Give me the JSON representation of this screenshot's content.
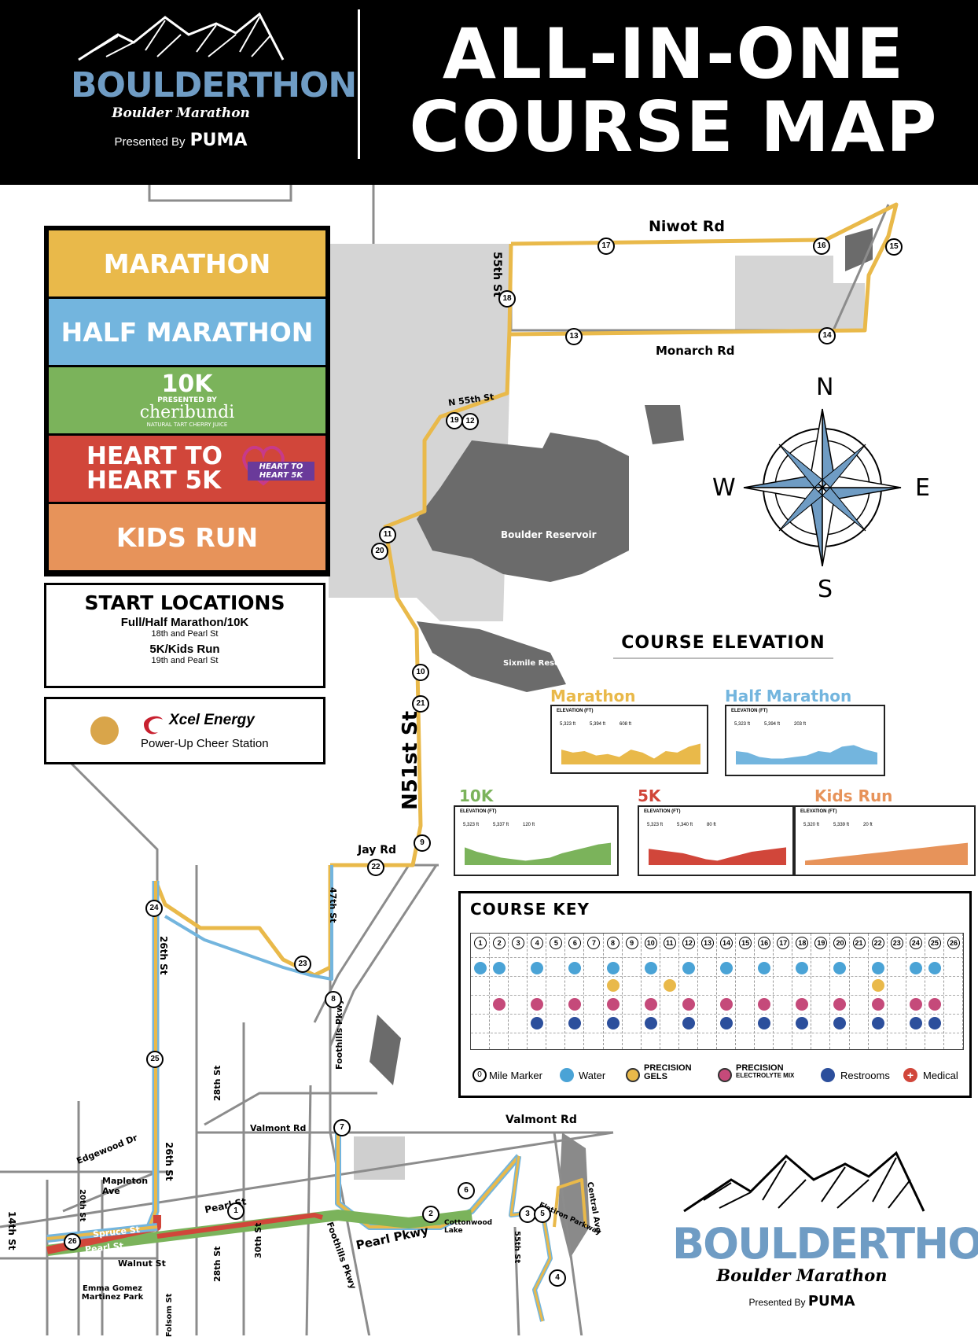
{
  "header": {
    "brand_name": "BOULDERTHON",
    "brand_subtitle": "Boulder Marathon",
    "presented_by": "Presented By",
    "sponsor": "PUMA",
    "title_line1": "ALL-IN-ONE",
    "title_line2": "COURSE MAP"
  },
  "races": [
    {
      "label": "MARATHON",
      "color": "#e9b94a"
    },
    {
      "label": "HALF MARATHON",
      "color": "#73b5de"
    },
    {
      "label": "10K",
      "color": "#7bb35b",
      "presented_by": "PRESENTED BY",
      "sponsor": "cheribundi",
      "sponsor_tag": "NATURAL TART CHERRY JUICE"
    },
    {
      "label": "HEART TO HEART 5K",
      "label_line1": "HEART TO",
      "label_line2": "HEART 5K",
      "color": "#d1463a",
      "logo_text": "HEART TO HEART 5K"
    },
    {
      "label": "KIDS RUN",
      "color": "#e7935a"
    }
  ],
  "start_locations": {
    "title": "START LOCATIONS",
    "full_label": "Full/Half Marathon/10K",
    "full_location": "18th and Pearl St",
    "short_label": "5K/Kids Run",
    "short_location": "19th and Pearl St"
  },
  "cheer_station": {
    "brand": "Xcel Energy",
    "label": "Power-Up Cheer Station"
  },
  "compass": {
    "n": "N",
    "e": "E",
    "s": "S",
    "w": "W"
  },
  "elevation": {
    "title": "COURSE ELEVATION",
    "charts": [
      {
        "race": "Marathon",
        "color": "#e9b94a",
        "stats": [
          "5,323 ft",
          "5,394 ft",
          "608 ft"
        ]
      },
      {
        "race": "Half Marathon",
        "color": "#73b5de",
        "stats": [
          "5,323 ft",
          "5,394 ft",
          "203 ft"
        ]
      },
      {
        "race": "10K",
        "color": "#7bb35b",
        "stats": [
          "5,323 ft",
          "5,337 ft",
          "120 ft"
        ]
      },
      {
        "race": "5K",
        "color": "#d1463a",
        "stats": [
          "5,323 ft",
          "5,340 ft",
          "80 ft"
        ]
      },
      {
        "race": "Kids Run",
        "color": "#e7935a",
        "stats": [
          "5,320 ft",
          "5,339 ft",
          "20 ft"
        ]
      }
    ],
    "chart_heading": "ELEVATION (FT)"
  },
  "course_key": {
    "title": "COURSE KEY",
    "miles": [
      1,
      2,
      3,
      4,
      5,
      6,
      7,
      8,
      9,
      10,
      11,
      12,
      13,
      14,
      15,
      16,
      17,
      18,
      19,
      20,
      21,
      22,
      23,
      24,
      25,
      26
    ],
    "water": [
      1,
      2,
      4,
      6,
      8,
      10,
      12,
      14,
      16,
      18,
      20,
      22,
      24,
      25
    ],
    "gels": [
      8,
      11,
      22
    ],
    "electrolyte": [
      2,
      4,
      6,
      8,
      10,
      12,
      14,
      16,
      18,
      20,
      22,
      24,
      25
    ],
    "restrooms": [
      4,
      6,
      8,
      10,
      12,
      14,
      16,
      18,
      20,
      22,
      24,
      25
    ],
    "legend": {
      "mile": "Mile Marker",
      "water": "Water",
      "gels_1": "PRECISION",
      "gels_2": "GELS",
      "mix_1": "PRECISION",
      "mix_2": "ELECTROLYTE MIX",
      "restrooms": "Restrooms",
      "medical": "Medical"
    }
  },
  "map": {
    "roads": {
      "niwot": "Niwot Rd",
      "monarch": "Monarch Rd",
      "n55": "55th St",
      "n55_small": "N 55th St",
      "n51": "N51st St",
      "jay": "Jay Rd",
      "st47": "47th St",
      "st26a": "26th St",
      "st26b": "26th St",
      "st28a": "28th St",
      "st28b": "28th St",
      "st30": "30th St",
      "foothills1": "Foothills Pkwy",
      "foothills2": "Foothills Pkwy",
      "valmont1": "Valmont Rd",
      "valmont2": "Valmont Rd",
      "edgewood": "Edgewood Dr",
      "mapleton": "Mapleton Ave",
      "pearl": "Pearl St",
      "pearl_pkwy": "Pearl Pkwy",
      "spruce": "Spruce St",
      "pearl_inner": "Pearl St",
      "walnut": "Walnut St",
      "st14": "14th St",
      "st20": "20th St",
      "st55b": "55th St",
      "central": "Central Ave",
      "flatiron": "Flatiron Parkway",
      "folsom": "Folsom St",
      "emma": "Emma Gomez Martinez Park",
      "cottonwood": "Cottonwood Lake"
    },
    "lakes": {
      "boulder": "Boulder Reservoir",
      "sixmile": "Sixmile Reservoir"
    },
    "miles": [
      {
        "n": "1"
      },
      {
        "n": "2"
      },
      {
        "n": "3"
      },
      {
        "n": "4"
      },
      {
        "n": "5"
      },
      {
        "n": "6"
      },
      {
        "n": "7"
      },
      {
        "n": "8"
      },
      {
        "n": "9"
      },
      {
        "n": "10"
      },
      {
        "n": "11"
      },
      {
        "n": "12"
      },
      {
        "n": "13"
      },
      {
        "n": "14"
      },
      {
        "n": "15"
      },
      {
        "n": "16"
      },
      {
        "n": "17"
      },
      {
        "n": "18"
      },
      {
        "n": "19"
      },
      {
        "n": "20"
      },
      {
        "n": "21"
      },
      {
        "n": "22"
      },
      {
        "n": "23"
      },
      {
        "n": "24"
      },
      {
        "n": "25"
      },
      {
        "n": "26"
      }
    ]
  },
  "footer": {
    "brand_name": "BOULDERTHON",
    "brand_subtitle": "Boulder Marathon",
    "presented_by": "Presented By",
    "sponsor": "PUMA"
  },
  "colors": {
    "marathon": "#e9b94a",
    "half": "#73b5de",
    "tenk": "#7bb35b",
    "fivek": "#d1463a",
    "kids": "#e7935a"
  }
}
